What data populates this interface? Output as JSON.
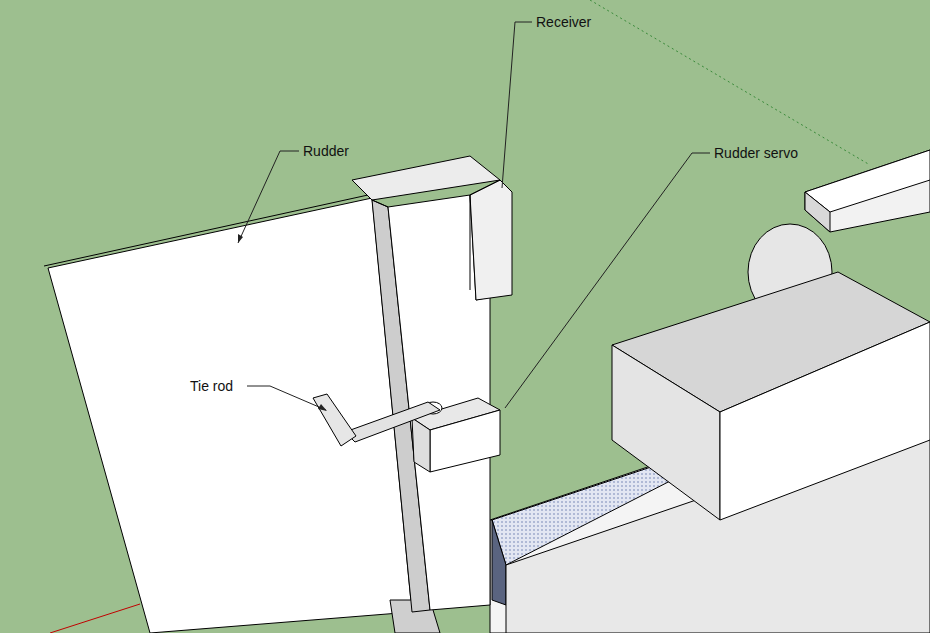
{
  "diagram": {
    "labels": [
      "Receiver",
      "Rudder",
      "Rudder servo",
      "Tie rod"
    ]
  }
}
